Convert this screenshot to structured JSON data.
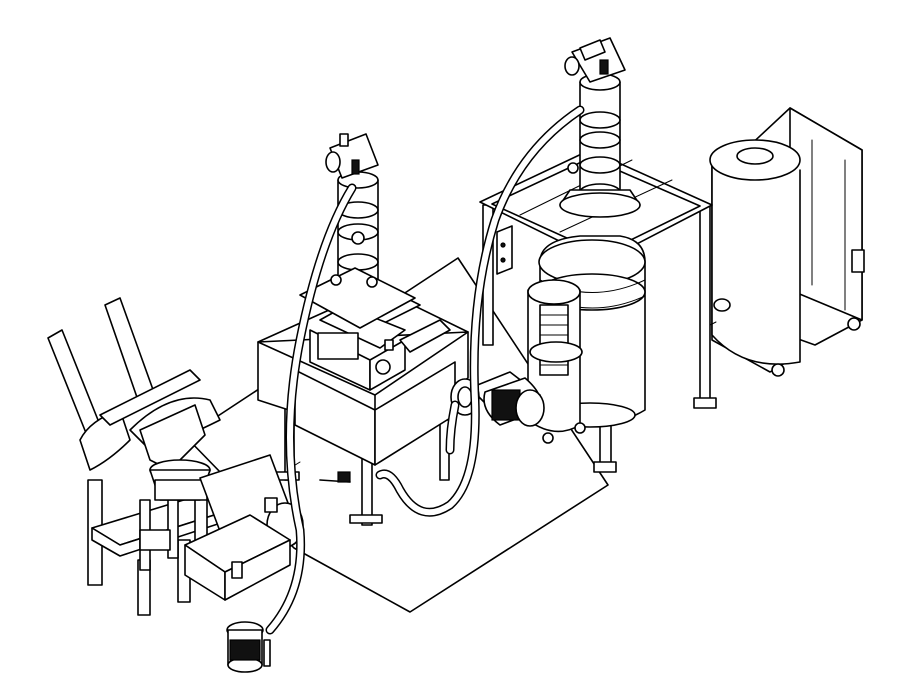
{
  "drawing": {
    "line_color": "#000000",
    "background_color": "#ffffff",
    "components": [
      {
        "id": "bag-dump-station",
        "icon": "bag-dump-station-icon"
      },
      {
        "id": "screener-unit",
        "icon": "screener-icon"
      },
      {
        "id": "vacuum-conveyor-left",
        "icon": "vacuum-conveyor-icon"
      },
      {
        "id": "vacuum-conveyor-right",
        "icon": "vacuum-conveyor-icon"
      },
      {
        "id": "vacuum-pump",
        "icon": "motor-icon"
      },
      {
        "id": "cyclone-separator",
        "icon": "cyclone-icon"
      },
      {
        "id": "storage-tank",
        "icon": "tank-icon"
      },
      {
        "id": "bottom-receiver",
        "icon": "receiver-icon"
      }
    ]
  }
}
